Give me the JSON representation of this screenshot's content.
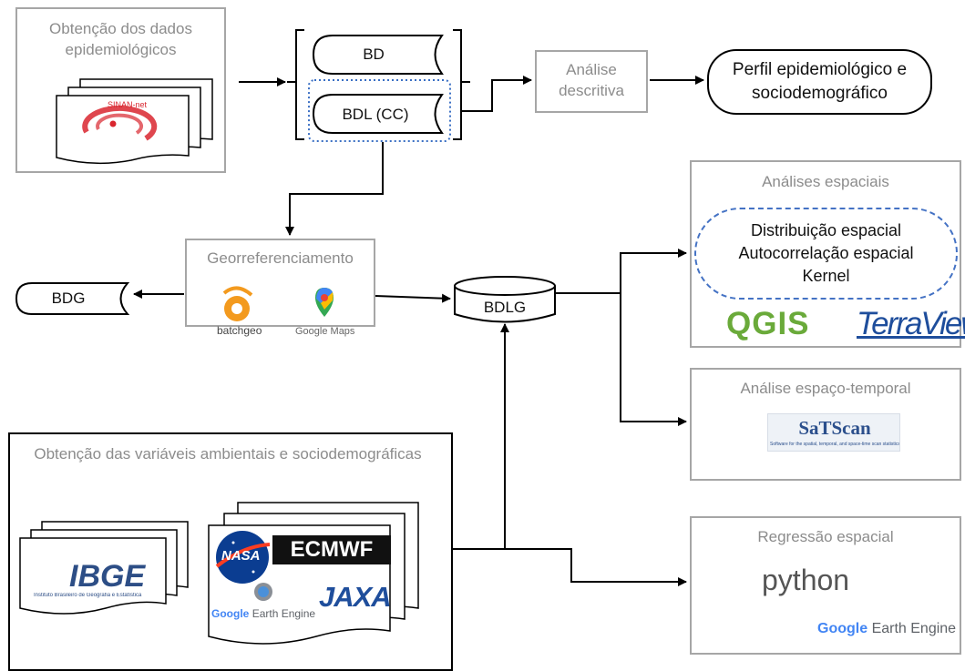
{
  "obtencao_epi": {
    "title": "Obtenção dos dados epidemiológicos",
    "sinan_label": "SINAN-net"
  },
  "databases": {
    "bd": "BD",
    "bdl": "BDL (CC)",
    "bdg": "BDG",
    "bdlg": "BDLG"
  },
  "analise_descritiva": "Análise descritiva",
  "perfil": "Perfil epidemiológico e sociodemográfico",
  "georref": {
    "title": "Georreferenciamento",
    "logo1": "batchgeo",
    "logo2": "Google Maps"
  },
  "analises_espaciais": {
    "title": "Análises espaciais",
    "items": [
      "Distribuição espacial",
      "Autocorrelação espacial",
      "Kernel"
    ],
    "logo_qgis": "QGIS",
    "logo_terraview": "TerraView"
  },
  "espaco_temporal": {
    "title": "Análise espaço-temporal",
    "logo_satscan": "SaTScan",
    "satscan_tagline": "Software for the spatial, temporal, and space-time scan statistics"
  },
  "variaveis": {
    "title": "Obtenção das variáveis ambientais e sociodemográficas",
    "logo_ibge": "IBGE",
    "ibge_sub": "Instituto Brasileiro de Geografia e Estatística",
    "logo_nasa": "NASA",
    "logo_ecmwf": "ECMWF",
    "logo_jaxa": "JAXA",
    "gee_google": "Google",
    "gee_rest": "Earth Engine"
  },
  "regressao": {
    "title": "Regressão espacial",
    "logo_python": "python",
    "gee_google": "Google",
    "gee_rest": "Earth Engine"
  }
}
